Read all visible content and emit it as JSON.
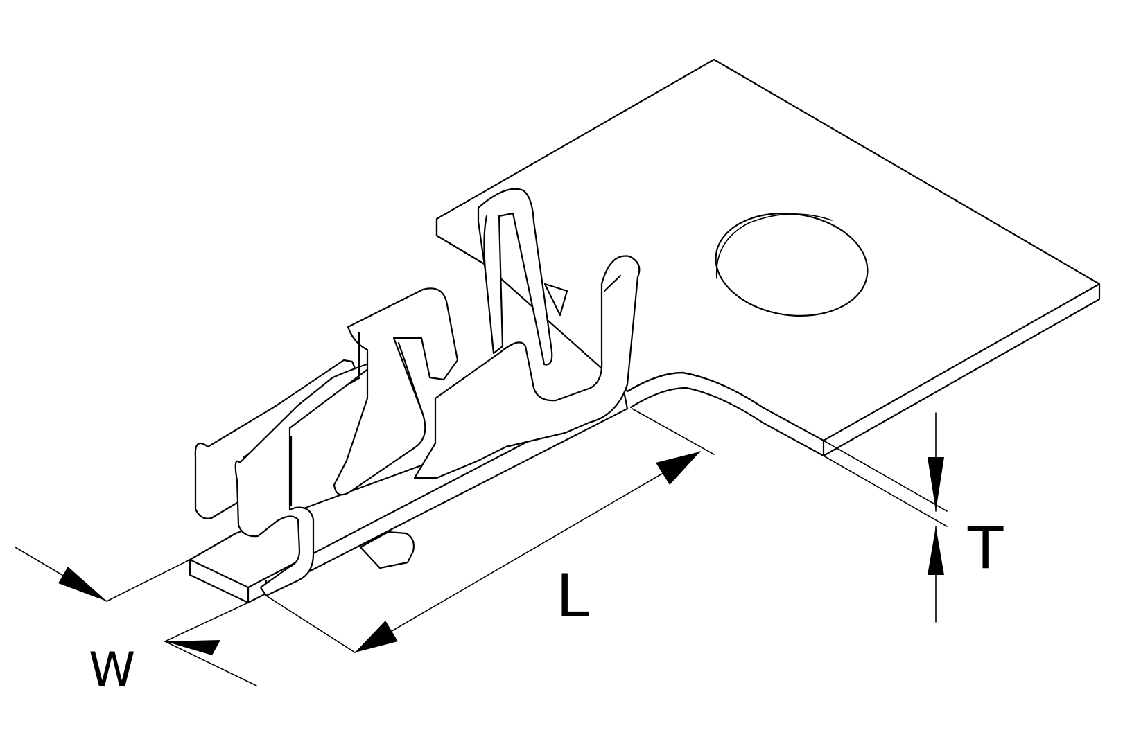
{
  "drawing": {
    "subject": "ring-tongue-terminal",
    "colors": {
      "line": "#000000",
      "background": "#ffffff"
    }
  },
  "dimensions": {
    "width_label": "W",
    "length_label": "L",
    "thickness_label": "T"
  }
}
